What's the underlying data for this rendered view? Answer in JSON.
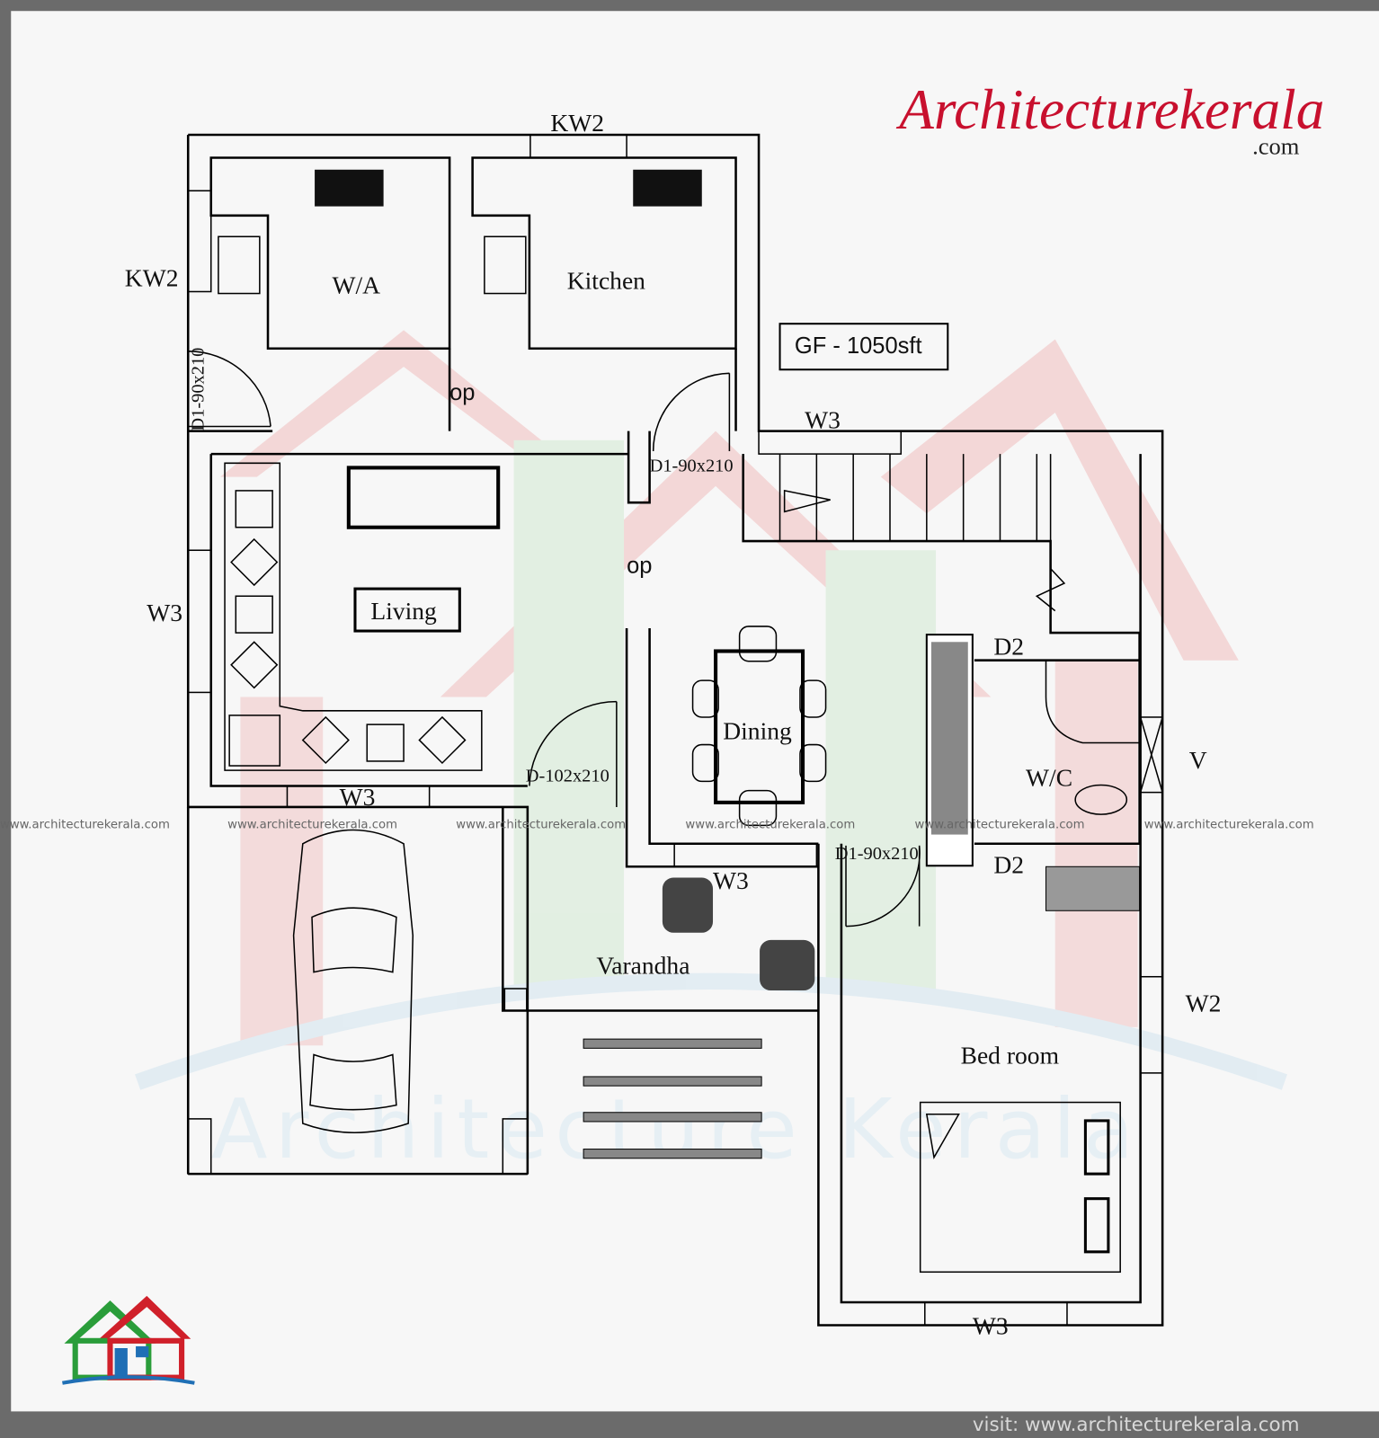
{
  "brand": {
    "logo_text": "Architecturekerala",
    "logo_suffix": ".com",
    "watermark_large": "Architecture Kerala",
    "watermark_url": "www.architecturekerala.com",
    "footer": "visit: www.architecturekerala.com",
    "accent": "#c8102e"
  },
  "plan": {
    "area_label": "GF - 1050sft",
    "rooms": {
      "wa": "W/A",
      "kitchen": "Kitchen",
      "living": "Living",
      "dining": "Dining",
      "wc": "W/C",
      "varandha": "Varandha",
      "bedroom": "Bed room",
      "op_top": "op",
      "op_mid": "op"
    },
    "openings": {
      "kw2_top": "KW2",
      "kw2_left": "KW2",
      "d1_left": "D1-90x210",
      "d1_kitchen": "D1-90x210",
      "w3_stair": "W3",
      "w3_living": "W3",
      "d2_top": "D2",
      "v": "V",
      "d_main": "D-102x210",
      "w3_car": "W3",
      "d1_bed": "D1-90x210",
      "d2_bottom": "D2",
      "w3_dining": "W3",
      "w2": "W2",
      "w3_bed": "W3"
    }
  }
}
